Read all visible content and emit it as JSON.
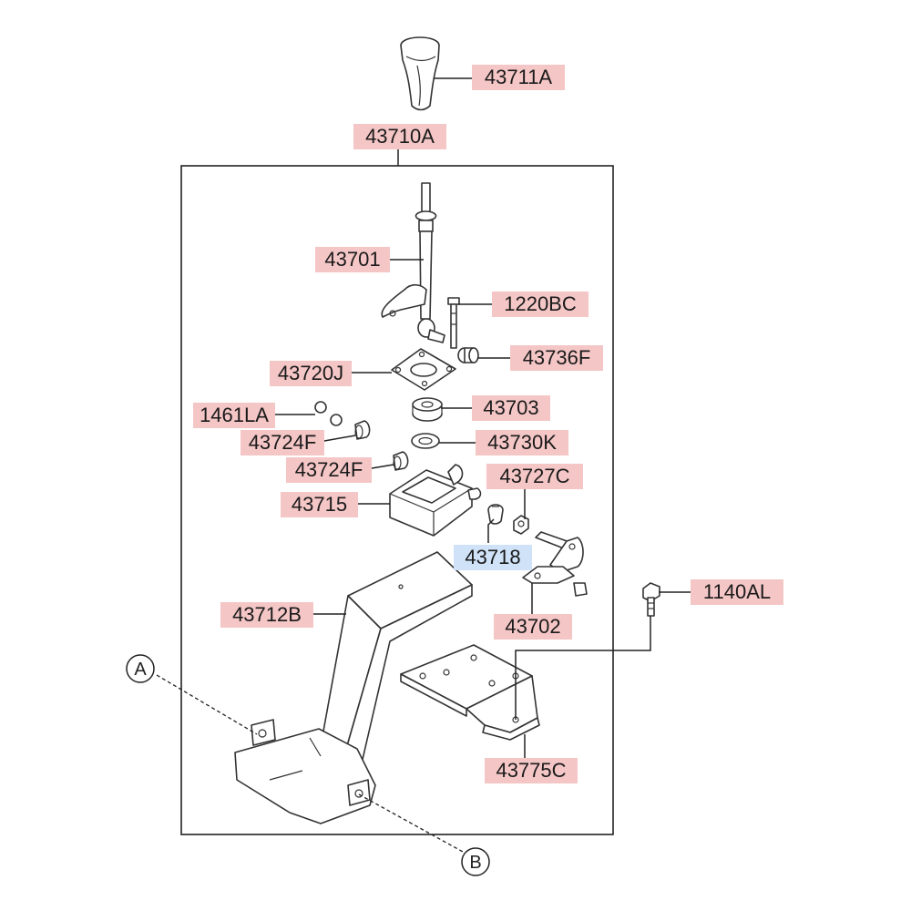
{
  "colors": {
    "label_bg": "#f4c6c6",
    "label_highlight_bg": "#cfe2f7",
    "line": "#222222"
  },
  "labels": [
    {
      "id": "l-43711a",
      "text": "43711A",
      "highlight": false
    },
    {
      "id": "l-43710a",
      "text": "43710A",
      "highlight": false
    },
    {
      "id": "l-43701",
      "text": "43701",
      "highlight": false
    },
    {
      "id": "l-1220bc",
      "text": "1220BC",
      "highlight": false
    },
    {
      "id": "l-43736f",
      "text": "43736F",
      "highlight": false
    },
    {
      "id": "l-43720j",
      "text": "43720J",
      "highlight": false
    },
    {
      "id": "l-43703",
      "text": "43703",
      "highlight": false
    },
    {
      "id": "l-1461la",
      "text": "1461LA",
      "highlight": false
    },
    {
      "id": "l-43730k",
      "text": "43730K",
      "highlight": false
    },
    {
      "id": "l-43724f-1",
      "text": "43724F",
      "highlight": false
    },
    {
      "id": "l-43724f-2",
      "text": "43724F",
      "highlight": false
    },
    {
      "id": "l-43727c",
      "text": "43727C",
      "highlight": false
    },
    {
      "id": "l-43715",
      "text": "43715",
      "highlight": false
    },
    {
      "id": "l-43718",
      "text": "43718",
      "highlight": true
    },
    {
      "id": "l-1140al",
      "text": "1140AL",
      "highlight": false
    },
    {
      "id": "l-43712b",
      "text": "43712B",
      "highlight": false
    },
    {
      "id": "l-43702",
      "text": "43702",
      "highlight": false
    },
    {
      "id": "l-43775c",
      "text": "43775C",
      "highlight": false
    }
  ],
  "markers": {
    "a": "A",
    "b": "B"
  }
}
